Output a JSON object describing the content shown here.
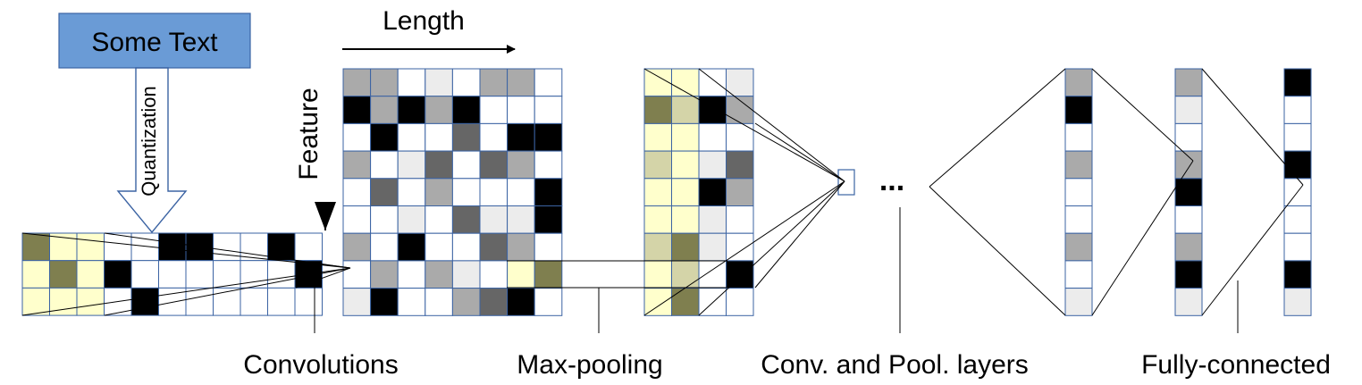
{
  "input": {
    "text": "Some Text",
    "box_color": "#6a9bd6",
    "quantization_label": "Quantization"
  },
  "axes": {
    "length_label": "Length",
    "feature_label": "Feature"
  },
  "ellipsis": "...",
  "stages": {
    "convolutions": "Convolutions",
    "max_pooling": "Max-pooling",
    "conv_pool_layers": "Conv. and Pool. layers",
    "fully_connected": "Fully-connected"
  },
  "colors": {
    "grid_border": "#3b63a3",
    "highlight": "#ffffcc",
    "highlight_dark": "#7f7f4f",
    "highlight_mid": "#d4d4a8",
    "white": "#ffffff",
    "light_gray": "#ececec",
    "mid_gray": "#aaaaaa",
    "dark_gray": "#666666",
    "black": "#000000"
  },
  "grids": {
    "input_matrix": [
      [
        "D",
        "H",
        "H",
        "W",
        "W",
        "K",
        "K",
        "W",
        "W",
        "K",
        "W"
      ],
      [
        "H",
        "D",
        "H",
        "K",
        "W",
        "W",
        "W",
        "W",
        "W",
        "W",
        "K"
      ],
      [
        "H",
        "H",
        "H",
        "W",
        "K",
        "W",
        "W",
        "W",
        "W",
        "W",
        "W"
      ]
    ],
    "conv_output": [
      [
        "M",
        "M",
        "W",
        "L",
        "W",
        "M",
        "M",
        "W"
      ],
      [
        "K",
        "M",
        "K",
        "M",
        "K",
        "W",
        "W",
        "W"
      ],
      [
        "W",
        "K",
        "W",
        "W",
        "G",
        "W",
        "K",
        "K"
      ],
      [
        "M",
        "W",
        "L",
        "G",
        "W",
        "G",
        "M",
        "W"
      ],
      [
        "W",
        "G",
        "W",
        "M",
        "W",
        "W",
        "W",
        "K"
      ],
      [
        "W",
        "W",
        "L",
        "W",
        "G",
        "L",
        "L",
        "K"
      ],
      [
        "M",
        "W",
        "K",
        "W",
        "W",
        "G",
        "M",
        "W"
      ],
      [
        "W",
        "M",
        "W",
        "M",
        "L",
        "W",
        "H",
        "D"
      ],
      [
        "L",
        "K",
        "W",
        "W",
        "M",
        "G",
        "K",
        "W"
      ]
    ],
    "pooled_output": [
      [
        "H",
        "H",
        "W",
        "L"
      ],
      [
        "D",
        "S",
        "K",
        "M"
      ],
      [
        "H",
        "H",
        "W",
        "W"
      ],
      [
        "S",
        "H",
        "L",
        "G"
      ],
      [
        "H",
        "H",
        "K",
        "M"
      ],
      [
        "H",
        "H",
        "L",
        "W"
      ],
      [
        "S",
        "D",
        "L",
        "W"
      ],
      [
        "H",
        "S",
        "W",
        "K"
      ],
      [
        "H",
        "D",
        "W",
        "W"
      ]
    ],
    "column_a": [
      "M",
      "K",
      "W",
      "M",
      "W",
      "W",
      "M",
      "W",
      "L"
    ],
    "column_b": [
      "M",
      "L",
      "W",
      "M",
      "K",
      "W",
      "M",
      "K",
      "L"
    ],
    "column_c": [
      "K",
      "W",
      "W",
      "K",
      "W",
      "W",
      "W",
      "K",
      "L"
    ]
  }
}
